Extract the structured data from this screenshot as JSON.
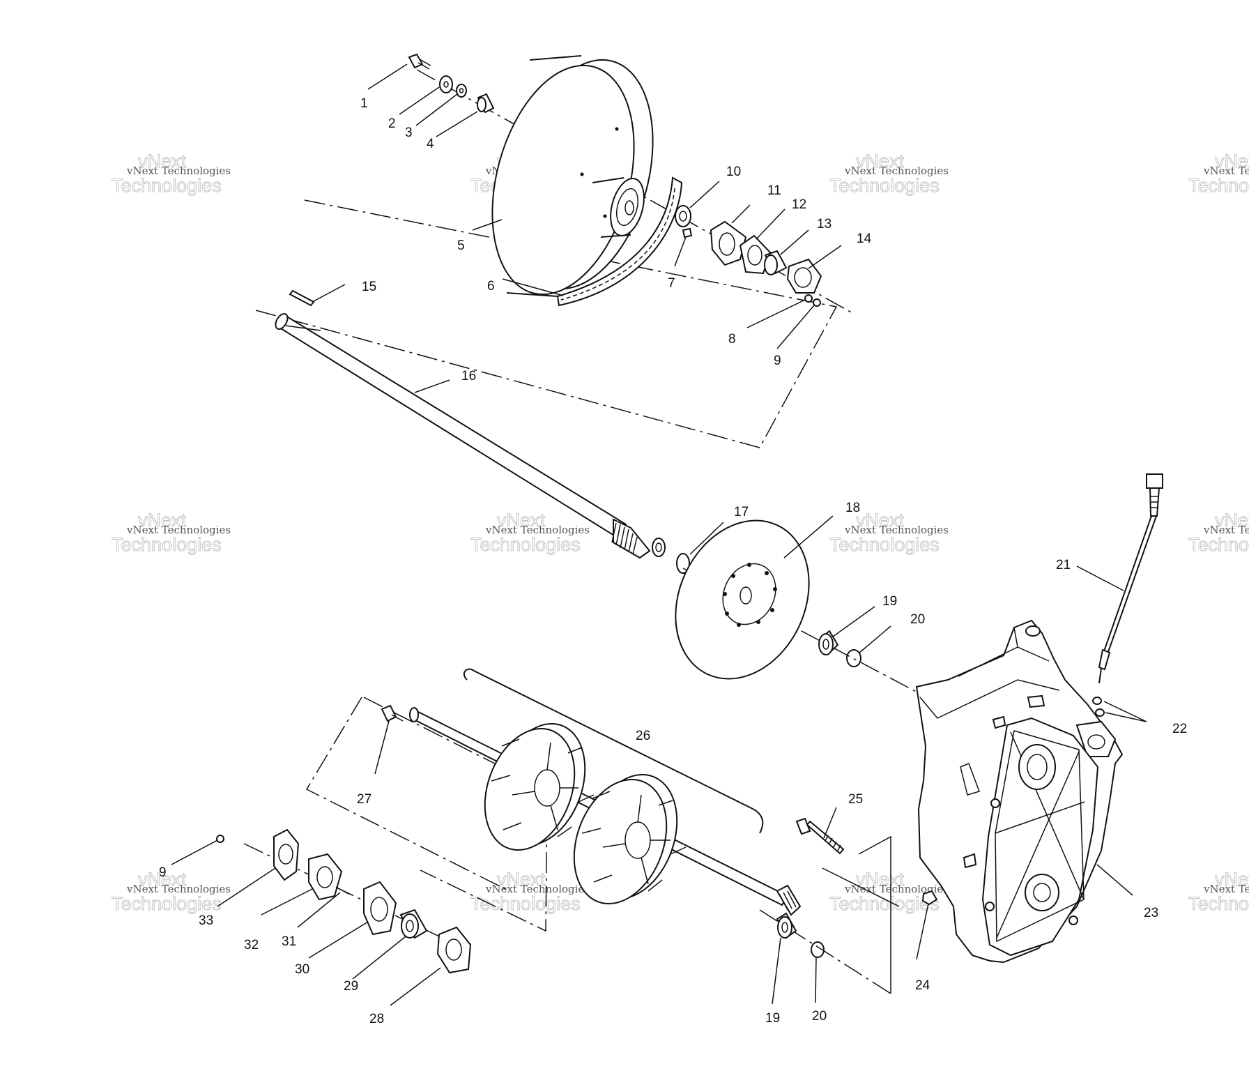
{
  "callouts": [
    {
      "id": "c1",
      "text": "1"
    },
    {
      "id": "c2",
      "text": "2"
    },
    {
      "id": "c3",
      "text": "3"
    },
    {
      "id": "c4",
      "text": "4"
    },
    {
      "id": "c5",
      "text": "5"
    },
    {
      "id": "c6",
      "text": "6"
    },
    {
      "id": "c7",
      "text": "7"
    },
    {
      "id": "c8",
      "text": "8"
    },
    {
      "id": "c9a",
      "text": "9"
    },
    {
      "id": "c10",
      "text": "10"
    },
    {
      "id": "c11",
      "text": "11"
    },
    {
      "id": "c12",
      "text": "12"
    },
    {
      "id": "c13",
      "text": "13"
    },
    {
      "id": "c14",
      "text": "14"
    },
    {
      "id": "c15",
      "text": "15"
    },
    {
      "id": "c16",
      "text": "16"
    },
    {
      "id": "c17",
      "text": "17"
    },
    {
      "id": "c18",
      "text": "18"
    },
    {
      "id": "c19a",
      "text": "19"
    },
    {
      "id": "c20a",
      "text": "20"
    },
    {
      "id": "c21",
      "text": "21"
    },
    {
      "id": "c22",
      "text": "22"
    },
    {
      "id": "c23",
      "text": "23"
    },
    {
      "id": "c24",
      "text": "24"
    },
    {
      "id": "c25",
      "text": "25"
    },
    {
      "id": "c26",
      "text": "26"
    },
    {
      "id": "c27",
      "text": "27"
    },
    {
      "id": "c28",
      "text": "28"
    },
    {
      "id": "c29",
      "text": "29"
    },
    {
      "id": "c30",
      "text": "30"
    },
    {
      "id": "c31",
      "text": "31"
    },
    {
      "id": "c32",
      "text": "32"
    },
    {
      "id": "c33",
      "text": "33"
    },
    {
      "id": "c9b",
      "text": "9"
    },
    {
      "id": "c19b",
      "text": "19"
    },
    {
      "id": "c20b",
      "text": "20"
    }
  ],
  "watermark": {
    "line1": "vNext Technologies",
    "line2": "Technologies",
    "line3": "vNext"
  }
}
